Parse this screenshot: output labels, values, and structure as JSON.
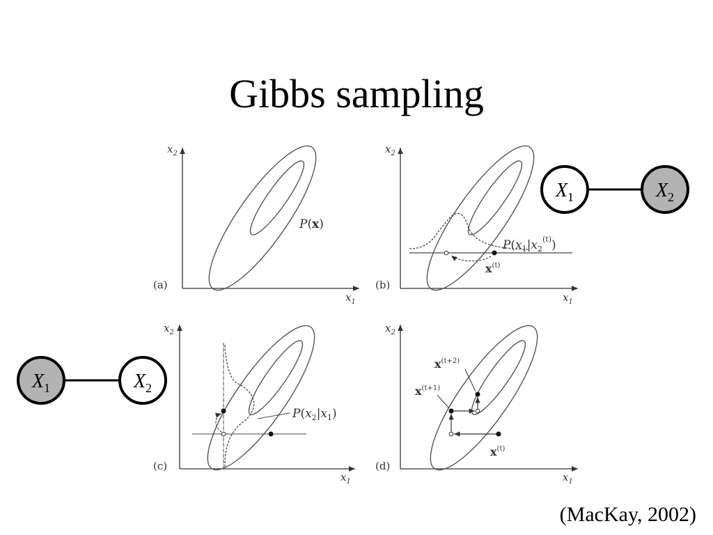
{
  "slide": {
    "title": "Gibbs sampling",
    "citation": "(MacKay, 2002)"
  },
  "panels": [
    {
      "id": "a",
      "label": "(a)",
      "xlabel": "x",
      "xlabel_sub": "1",
      "ylabel": "x",
      "ylabel_sub": "2",
      "annotation": "P(x)"
    },
    {
      "id": "b",
      "label": "(b)",
      "xlabel": "x",
      "xlabel_sub": "1",
      "ylabel": "x",
      "ylabel_sub": "2",
      "annotation": "P(x1|x2(t))",
      "point_label": "x(t)"
    },
    {
      "id": "c",
      "label": "(c)",
      "xlabel": "x",
      "xlabel_sub": "1",
      "ylabel": "x",
      "ylabel_sub": "2",
      "annotation": "P(x2|x1)"
    },
    {
      "id": "d",
      "label": "(d)",
      "xlabel": "x",
      "xlabel_sub": "1",
      "ylabel": "x",
      "ylabel_sub": "2",
      "points": [
        "x(t+2)",
        "x(t+1)",
        "x(t)"
      ]
    }
  ],
  "graphs": [
    {
      "id": "top-right",
      "node1": "X1",
      "node2": "X2",
      "shaded": "node2"
    },
    {
      "id": "bottom-left",
      "node1": "X1",
      "node2": "X2",
      "shaded": "node1"
    }
  ],
  "colors": {
    "shaded_node": "#b3b3b3",
    "contour": "#555555"
  }
}
